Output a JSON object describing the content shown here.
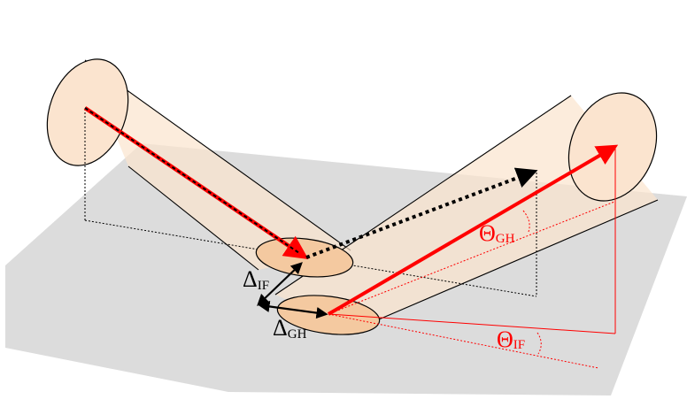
{
  "labels": {
    "delta_if": {
      "symbol": "Δ",
      "subscript": "IF"
    },
    "delta_gh": {
      "symbol": "Δ",
      "subscript": "GH"
    },
    "theta_gh": {
      "symbol": "Θ",
      "subscript": "GH"
    },
    "theta_if": {
      "symbol": "Θ",
      "subscript": "IF"
    }
  },
  "colors": {
    "plane": "#dcdcdc",
    "beam_fill": "#fbe4cf",
    "spot_fill": "#f4c9a0",
    "red": "#ff0000",
    "black": "#000000"
  }
}
